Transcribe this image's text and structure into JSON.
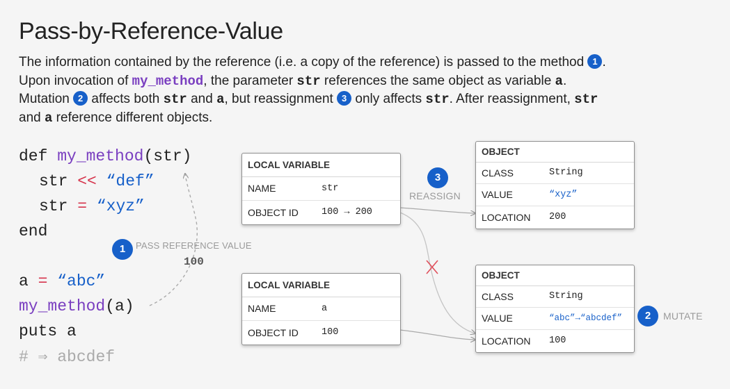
{
  "title": "Pass-by-Reference-Value",
  "intro": {
    "l1_a": "The information contained by the reference (i.e. a copy of the reference) is passed to the method ",
    "l1_b": ".",
    "l2_a": "Upon invocation of ",
    "l2_method": "my_method",
    "l2_b": ", the parameter ",
    "l2_str": "str",
    "l2_c": " references the same object as variable ",
    "l2_a_var": "a",
    "l2_d": ".",
    "l3_a": "Mutation ",
    "l3_b": " affects both ",
    "l3_str": "str",
    "l3_c": " and ",
    "l3_a_var": "a",
    "l3_d": ", but reassignment ",
    "l3_e": " only affects ",
    "l3_str2": "str",
    "l3_f": ". After reassignment, ",
    "l3_str3": "str",
    "l4_a": "and ",
    "l4_a_var": "a",
    "l4_b": " reference different objects.",
    "badge1": "1",
    "badge2": "2",
    "badge3": "3"
  },
  "code": {
    "l1_def": "def ",
    "l1_method": "my_method",
    "l1_args": "(str)",
    "l2_str": "str ",
    "l2_op": "<<",
    "l2_val": " “def”",
    "l3_str": "str ",
    "l3_op": "=",
    "l3_val": " “xyz”",
    "l4": "end",
    "l5_a": "a ",
    "l5_op": "=",
    "l5_val": " “abc”",
    "l6_method": "my_method",
    "l6_args": "(a)",
    "l7": "puts a",
    "l8": "# ⇒ abcdef"
  },
  "annotations": {
    "pass_badge": "1",
    "pass_label": "PASS REFERENCE VALUE",
    "pass_value": "100",
    "reassign_badge": "3",
    "reassign_label": "REASSIGN",
    "mutate_badge": "2",
    "mutate_label": "MUTATE",
    "cross_mark": "✕"
  },
  "local_var_str": {
    "header": "LOCAL VARIABLE",
    "name_key": "NAME",
    "name_val": "str",
    "id_key": "OBJECT ID",
    "id_val": "100 → 200"
  },
  "local_var_a": {
    "header": "LOCAL VARIABLE",
    "name_key": "NAME",
    "name_val": "a",
    "id_key": "OBJECT ID",
    "id_val": "100"
  },
  "object_xyz": {
    "header": "OBJECT",
    "class_key": "CLASS",
    "class_val": "String",
    "value_key": "VALUE",
    "value_val": "“xyz”",
    "location_key": "LOCATION",
    "location_val": "200"
  },
  "object_abc": {
    "header": "OBJECT",
    "class_key": "CLASS",
    "class_val": "String",
    "value_key": "VALUE",
    "value_val": "“abc”→“abcdef”",
    "location_key": "LOCATION",
    "location_val": "100"
  },
  "colors": {
    "badge": "#1760c9",
    "method": "#7a3fc0",
    "operator": "#d6344c",
    "string": "#1760c9",
    "comment": "#aaaaaa",
    "cross": "#e0505c"
  }
}
